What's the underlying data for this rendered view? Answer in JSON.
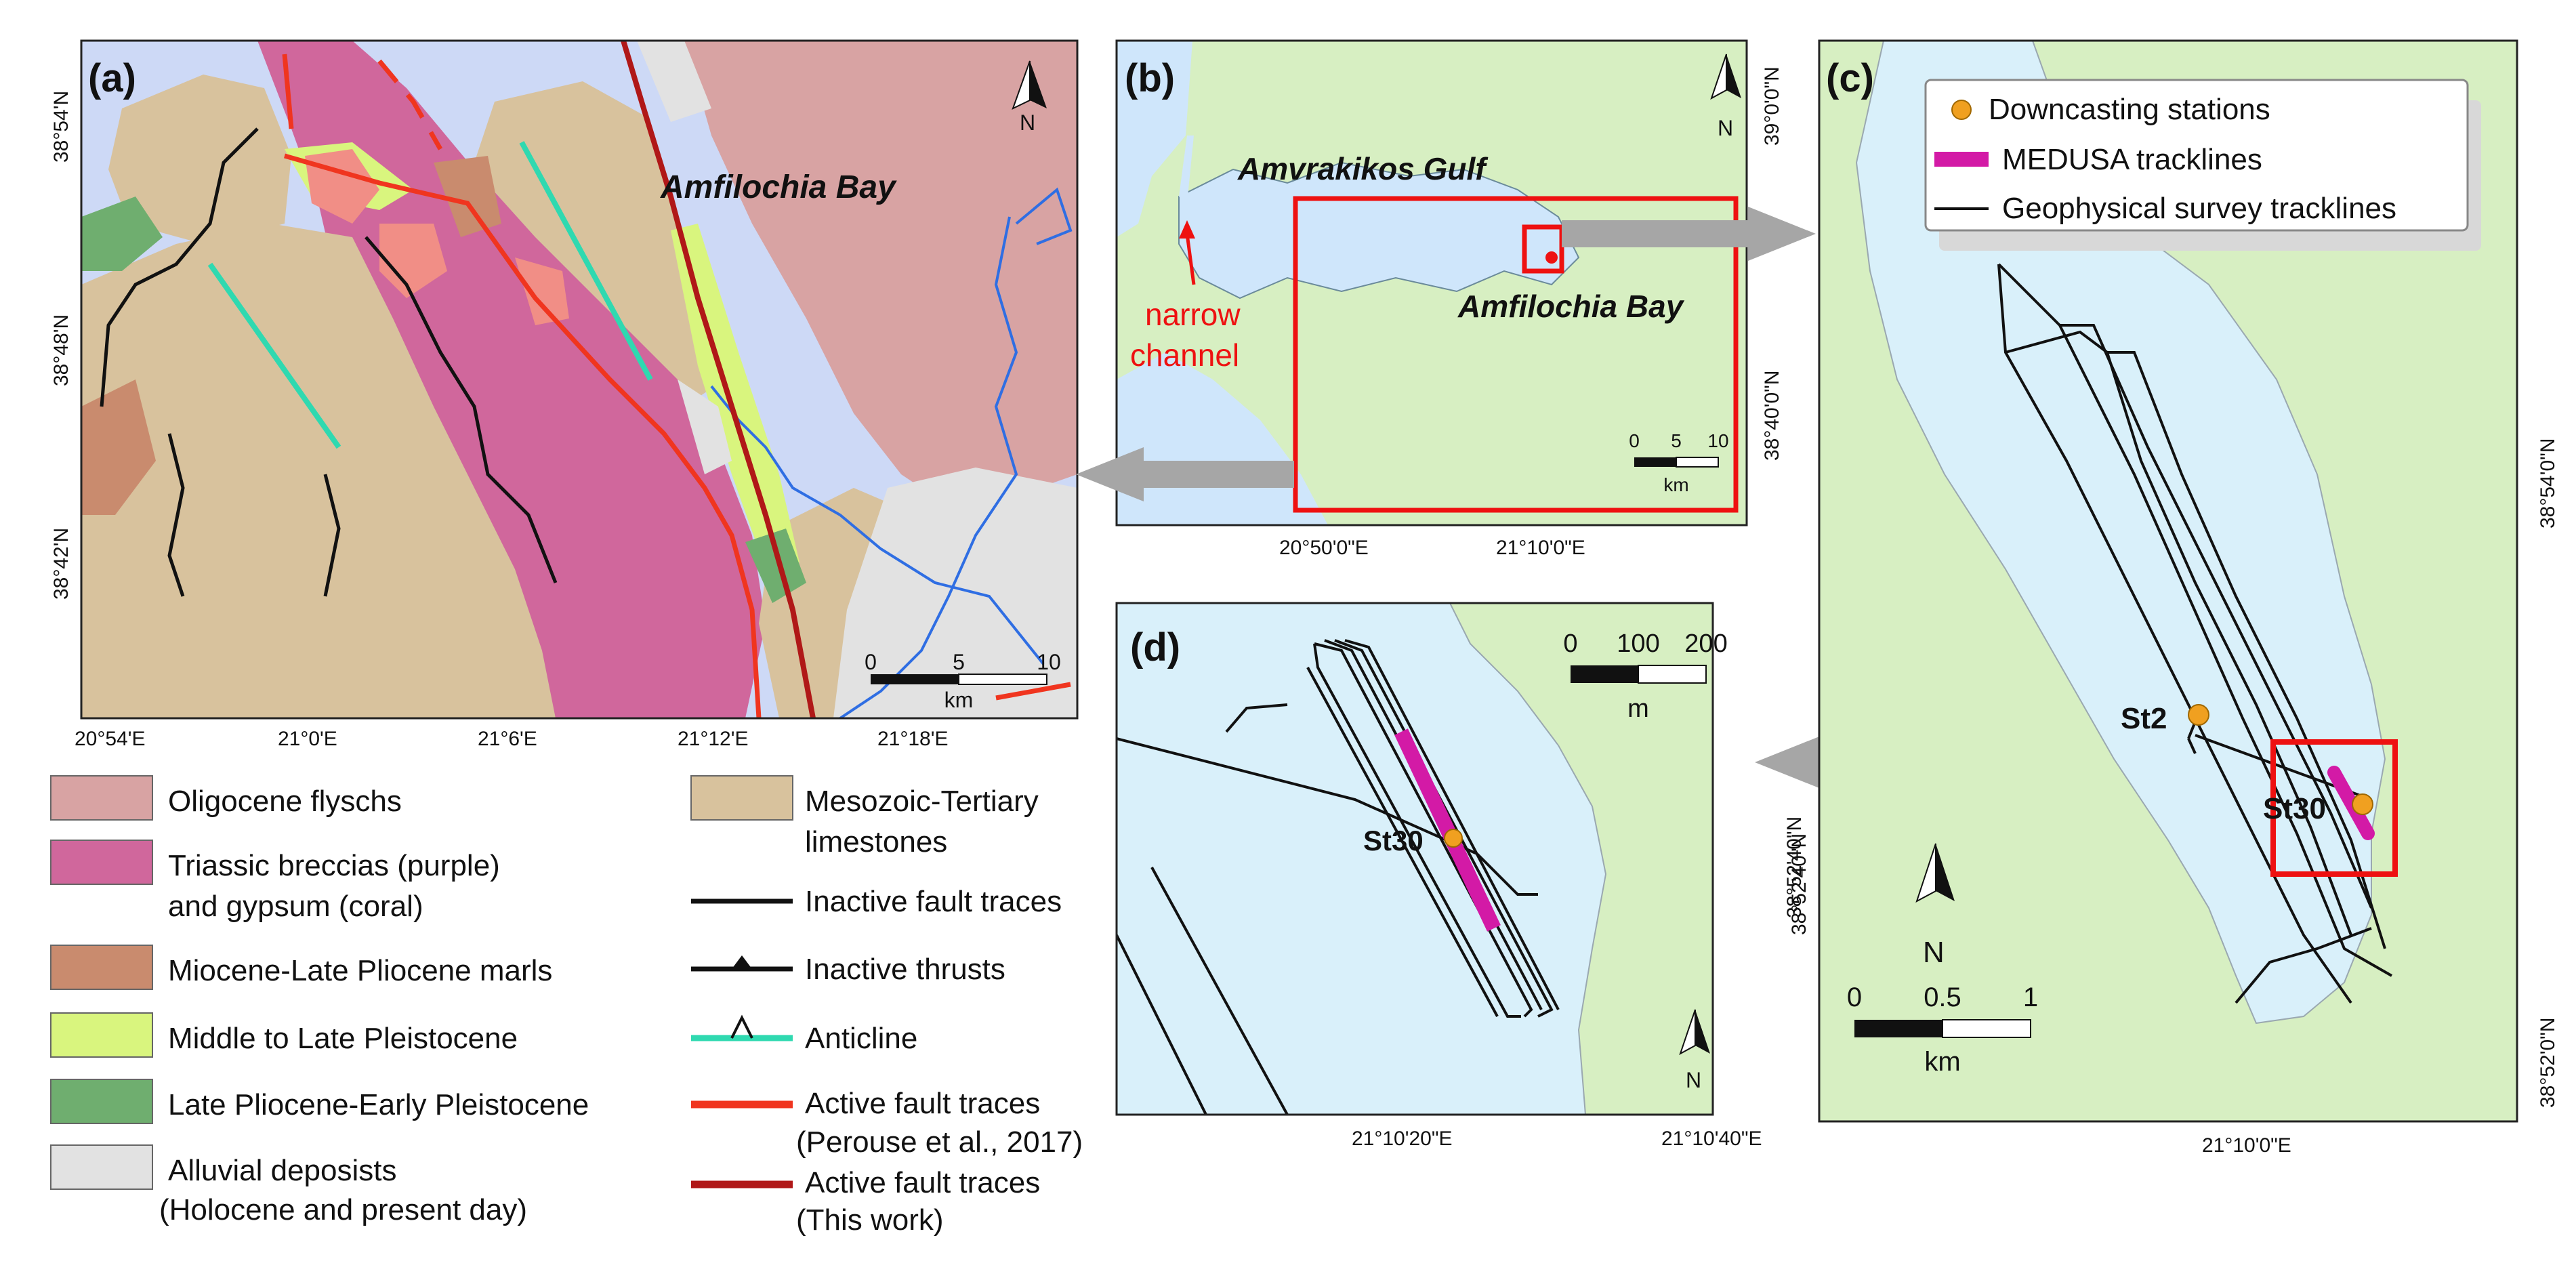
{
  "panels": {
    "a": {
      "letter": "(a)",
      "place_label": "Amfilochia Bay",
      "north": "N",
      "lon_ticks": [
        "20°54'E",
        "21°0'E",
        "21°6'E",
        "21°12'E",
        "21°18'E"
      ],
      "lat_ticks": [
        "38°54'N",
        "38°48'N",
        "38°42'N"
      ],
      "scale": {
        "ticks": [
          "0",
          "5",
          "10"
        ],
        "unit": "km"
      }
    },
    "b": {
      "letter": "(b)",
      "gulf_label": "Amvrakikos Gulf",
      "bay_label": "Amfilochia Bay",
      "channel_label_line1": "narrow",
      "channel_label_line2": "channel",
      "north": "N",
      "lon_ticks": [
        "20°50'0\"E",
        "21°10'0\"E"
      ],
      "lat_ticks": [
        "39°0'0\"N",
        "38°40'0\"N"
      ],
      "scale": {
        "ticks": [
          "0",
          "5",
          "10"
        ],
        "unit": "km"
      }
    },
    "c": {
      "letter": "(c)",
      "legend": [
        "Downcasting stations",
        "MEDUSA tracklines",
        "Geophysical survey tracklines"
      ],
      "stations": [
        "St2",
        "St30"
      ],
      "north": "N",
      "lon_ticks": [
        "21°10'0\"E"
      ],
      "lat_ticks": [
        "38°54'0\"N",
        "38°52'40\"N",
        "38°52'0\"N"
      ],
      "scale": {
        "ticks": [
          "0",
          "0.5",
          "1"
        ],
        "unit": "km"
      }
    },
    "d": {
      "letter": "(d)",
      "station": "St30",
      "north": "N",
      "lon_ticks": [
        "21°10'20\"E",
        "21°10'40\"E"
      ],
      "scale": {
        "ticks": [
          "0",
          "100",
          "200"
        ],
        "unit": "m"
      }
    }
  },
  "legend_left": [
    {
      "label": "Oligocene flyschs",
      "color": "#d8a3a3"
    },
    {
      "label": "Triassic breccias (purple)",
      "label2": "and gypsum (coral)",
      "color": "#d0679c"
    },
    {
      "label": "Miocene-Late Pliocene marls",
      "color": "#c98b6e"
    },
    {
      "label": "Middle to Late Pleistocene",
      "color": "#d9f57e"
    },
    {
      "label": "Late Pliocene-Early Pleistocene",
      "color": "#6fae6f"
    },
    {
      "label": "Alluvial deposists",
      "label2": "(Holocene and present day)",
      "color": "#e2e2e2"
    }
  ],
  "legend_right": [
    {
      "label": "Mesozoic-Tertiary",
      "label2": "limestones",
      "color": "#d8c29d"
    },
    {
      "label": "Inactive fault traces",
      "color": "#111111"
    },
    {
      "label": "Inactive thrusts",
      "color": "#111111"
    },
    {
      "label": "Anticline",
      "color": "#2fd9b0"
    },
    {
      "label": "Active fault traces",
      "label2": "(Perouse et al., 2017)",
      "color": "#f0351f"
    },
    {
      "label": "Active fault traces",
      "label2": "(This work)",
      "color": "#b01818"
    }
  ],
  "colors": {
    "sea": "#cfe6fb",
    "sea_light": "#d9f0fa",
    "land_light": "#d7efc2",
    "frame": "#222222",
    "highlight_box": "#ee1111",
    "arrow": "#a6a6a6",
    "station": "#f0a020",
    "medusa": "#d31aa6",
    "river": "#2f6ee3"
  }
}
